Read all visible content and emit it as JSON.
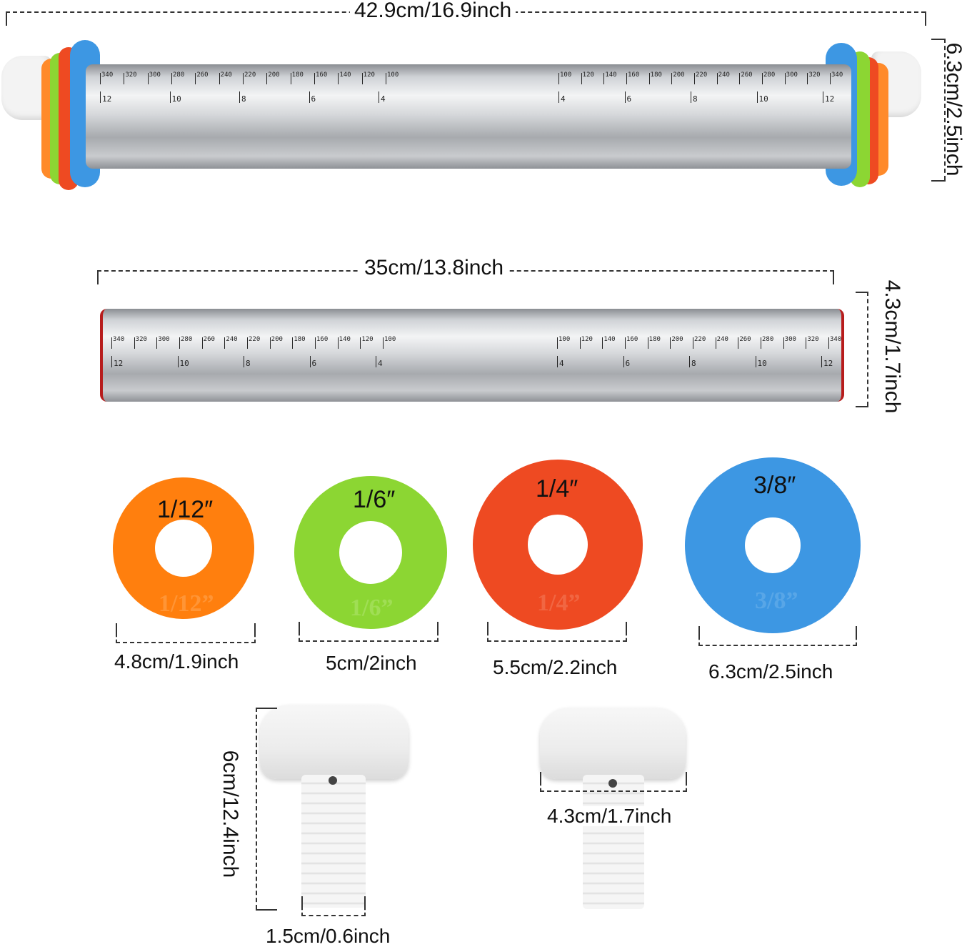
{
  "pin_large": {
    "length_label": "42.9cm/16.9inch",
    "diameter_label": "6.3cm/2.5inch"
  },
  "pin_small": {
    "length_label": "35cm/13.8inch",
    "diameter_label": "4.3cm/1.7inch"
  },
  "ruler": {
    "left_mm": [
      "340",
      "320",
      "300",
      "280",
      "260",
      "240",
      "220",
      "200",
      "180",
      "160",
      "140",
      "120",
      "100"
    ],
    "left_in": [
      "12",
      "10",
      "8",
      "6",
      "4"
    ],
    "right_mm": [
      "100",
      "120",
      "140",
      "160",
      "180",
      "200",
      "220",
      "240",
      "260",
      "280",
      "300",
      "320",
      "340"
    ],
    "right_in": [
      "4",
      "6",
      "8",
      "10",
      "12"
    ]
  },
  "rings": [
    {
      "thickness": "1/12″",
      "emboss": "1/12”",
      "size_label": "4.8cm/1.9inch",
      "color": "#ff7f0e"
    },
    {
      "thickness": "1/6″",
      "emboss": "1/6”",
      "size_label": "5cm/2inch",
      "color": "#8cd633"
    },
    {
      "thickness": "1/4″",
      "emboss": "1/4”",
      "size_label": "5.5cm/2.2inch",
      "color": "#ee4a22"
    },
    {
      "thickness": "3/8″",
      "emboss": "3/8”",
      "size_label": "6.3cm/2.5inch",
      "color": "#3d97e3"
    }
  ],
  "caps": {
    "height_label": "6cm/12.4inch",
    "screw_width_label": "1.5cm/0.6inch",
    "cap_width_label": "4.3cm/1.7inch"
  }
}
